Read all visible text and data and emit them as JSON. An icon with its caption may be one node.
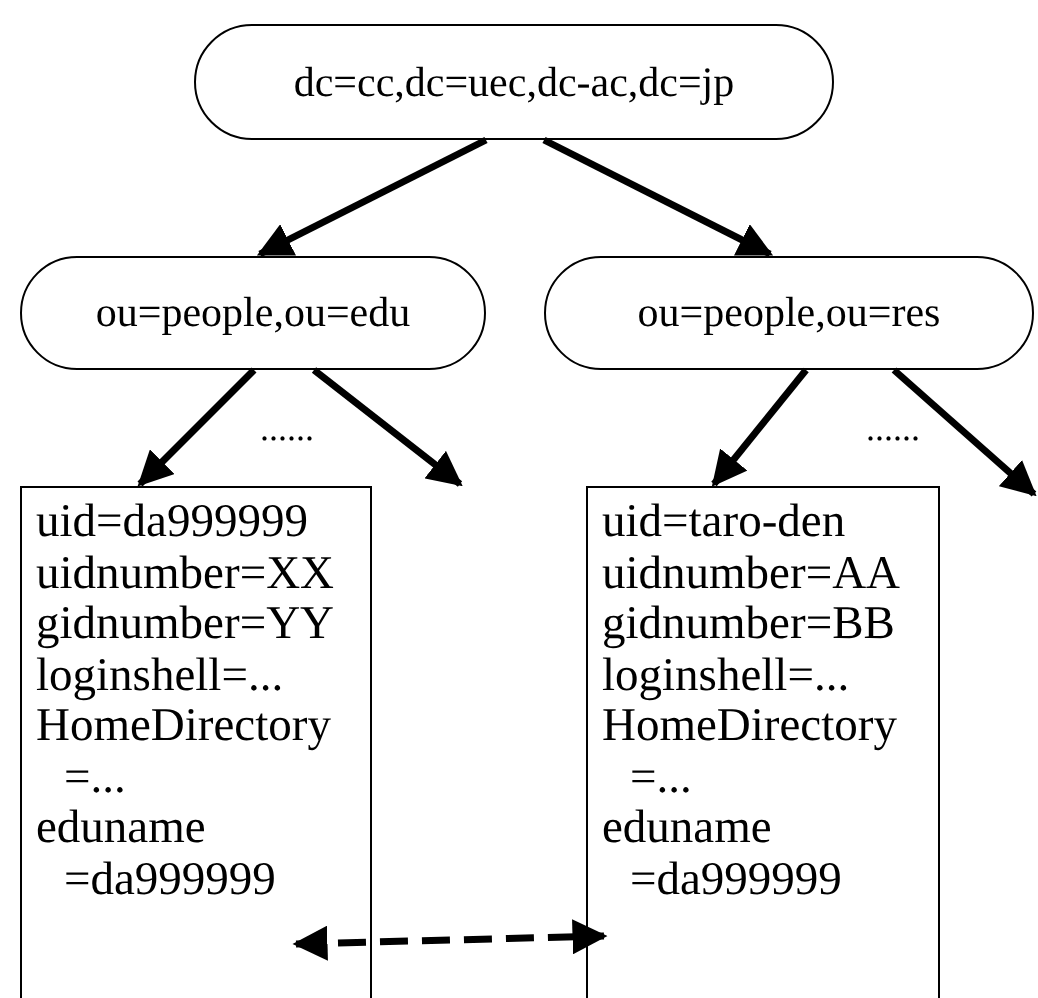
{
  "diagram": {
    "nodes": [
      {
        "text": [
          "dc=cc,dc=uec,dc-ac,dc=jp"
        ]
      },
      {
        "text": [
          "ou=people,ou=edu"
        ]
      },
      {
        "text": [
          "ou=people,ou=res"
        ]
      },
      {
        "text": [
          "uid=da999999",
          "uidnumber=XX",
          "gidnumber=YY",
          "loginshell=...",
          "HomeDirectory =...",
          "eduname =da999999"
        ]
      },
      {
        "text": [
          "uid=taro-den",
          "uidnumber=AA",
          "gidnumber=BB",
          "loginshell=...",
          "HomeDirectory =...",
          "eduname =da999999"
        ]
      }
    ],
    "edges": [
      {
        "from": 0,
        "to": 1,
        "arrow": "to"
      },
      {
        "from": 0,
        "to": 2,
        "arrow": "to"
      },
      {
        "from": 1,
        "to": 3,
        "arrow": "to"
      },
      {
        "from": 1,
        "to": null,
        "arrow": "to"
      },
      {
        "from": 2,
        "to": 4,
        "arrow": "to"
      },
      {
        "from": 2,
        "to": null,
        "arrow": "to"
      },
      {
        "from": 3,
        "to": 4,
        "arrow": "both",
        "style": "dashed"
      }
    ],
    "labels": [
      "......",
      "......"
    ]
  }
}
